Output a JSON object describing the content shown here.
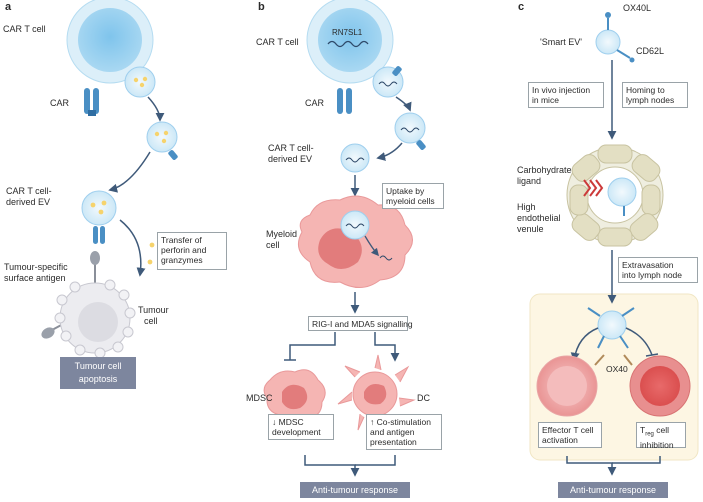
{
  "panel_a": {
    "letter": "a",
    "car_t_cell": "CAR T cell",
    "car": "CAR",
    "car_t_derived_ev_line1": "CAR T cell-",
    "car_t_derived_ev_line2": "derived EV",
    "transfer_line1": "Transfer of",
    "transfer_line2": "perforin and",
    "transfer_line3": "granzymes",
    "antigen_line1": "Tumour-specific",
    "antigen_line2": "surface antigen",
    "tumour_cell_line1": "Tumour",
    "tumour_cell_line2": "cell",
    "apoptosis_line1": "Tumour cell",
    "apoptosis_line2": "apoptosis"
  },
  "panel_b": {
    "letter": "b",
    "car_t_cell": "CAR T cell",
    "rn7sl1": "RN7SL1",
    "car": "CAR",
    "car_t_derived_ev_line1": "CAR T cell-",
    "car_t_derived_ev_line2": "derived EV",
    "uptake_line1": "Uptake by",
    "uptake_line2": "myeloid cells",
    "myeloid_line1": "Myeloid",
    "myeloid_line2": "cell",
    "signalling": "RIG-I and MDA5 signalling",
    "mdsc": "MDSC",
    "dc": "DC",
    "mdsc_dev_line1": "↓ MDSC",
    "mdsc_dev_line2": "development",
    "costim_line1": "↑ Co-stimulation",
    "costim_line2": "and antigen",
    "costim_line3": "presentation",
    "response": "Anti-tumour response"
  },
  "panel_c": {
    "letter": "c",
    "ox40l": "OX40L",
    "smart_ev": "'Smart EV'",
    "cd62l": "CD62L",
    "injection_line1": "In vivo injection",
    "injection_line2": "in mice",
    "homing_line1": "Homing to",
    "homing_line2": "lymph nodes",
    "carb_line1": "Carbohydrate",
    "carb_line2": "ligand",
    "hev_line1": "High",
    "hev_line2": "endothelial",
    "hev_line3": "venule",
    "extravasation_line1": "Extravasation",
    "extravasation_line2": "into lymph node",
    "ox40": "OX40",
    "effector_line1": "Effector T cell",
    "effector_line2": "activation",
    "treg_t": "T",
    "treg_sub": "reg",
    "treg_rest": " cell",
    "treg_line2": "inhibition",
    "response": "Anti-tumour response"
  },
  "colors": {
    "tcell_light": "#d9eef9",
    "tcell_dark": "#a9d5f0",
    "receptor": "#4a8fc4",
    "myeloid": "#f4b2b0",
    "tumour": "#e6e6ea",
    "banner": "#7d869e",
    "arrow": "#3f5a7a",
    "hev": "#e9e6d3",
    "panel_c_bg": "#fdf6e3"
  }
}
